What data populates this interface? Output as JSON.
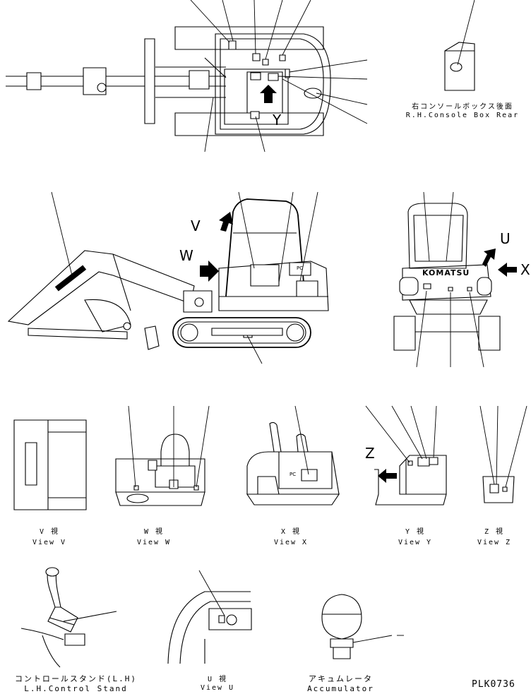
{
  "console_jp": "右コンソールボックス後面",
  "console_en": "R.H.Console Box Rear",
  "view_letters": {
    "v": "V",
    "w": "W",
    "u": "U",
    "x": "X",
    "y": "Y",
    "z": "Z"
  },
  "view_captions": [
    {
      "jp": "V  視",
      "en": "View V"
    },
    {
      "jp": "W  視",
      "en": "View W"
    },
    {
      "jp": "X  視",
      "en": "View X"
    },
    {
      "jp": "Y  視",
      "en": "View Y"
    },
    {
      "jp": "Z  視",
      "en": "View Z"
    }
  ],
  "stand_jp": "コントロールスタンド(L.H)",
  "stand_en": "L.H.Control Stand",
  "view_u_jp": "U  視",
  "view_u_en": "View U",
  "accum_jp": "アキュムレータ",
  "accum_en": "Accumulator",
  "brand": "KOMATSU",
  "model_badge": "PC",
  "drawing_code": "PLK0736"
}
